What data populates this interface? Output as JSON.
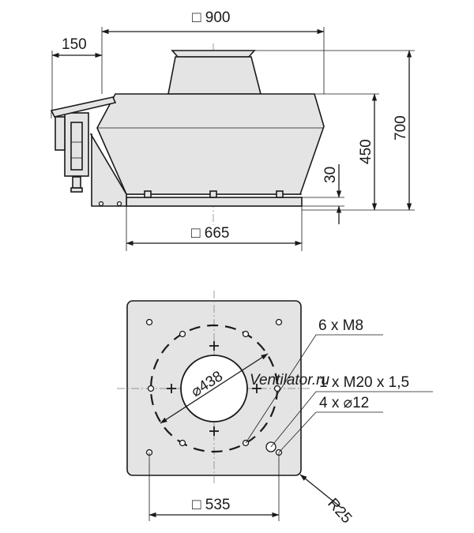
{
  "side_view": {
    "dim_width": "□ 900",
    "dim_offset": "150",
    "dim_total_height": "700",
    "dim_body_height": "450",
    "dim_base_height": "30",
    "dim_base_width": "□ 665"
  },
  "plan_view": {
    "dim_diameter": "⌀438",
    "label_m8": "6 x M8",
    "label_m20": "1 x M20 x 1,5",
    "label_holes": "4 x ⌀12",
    "dim_radius": "R25",
    "dim_hole_spacing": "□ 535"
  },
  "watermark": "Ventilator.ru",
  "colors": {
    "line": "#1a1a1a",
    "fill": "#e4e4e4",
    "background": "#ffffff"
  }
}
